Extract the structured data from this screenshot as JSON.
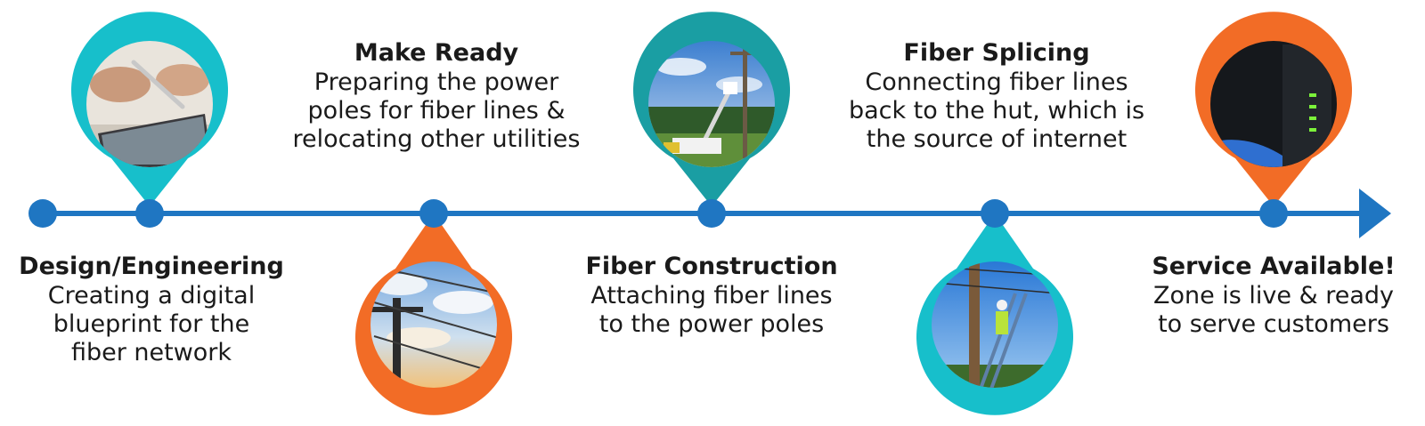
{
  "colors": {
    "line": "#1f76c2",
    "teal": "#17bfcb",
    "dark_teal": "#1a9ea3",
    "orange": "#f26c26",
    "text": "#1a1a1a"
  },
  "steps": [
    {
      "title": "Design/Engineering",
      "description": "Creating a digital\nblueprint for the\nfiber network",
      "pin_color": "teal",
      "photo_icon": "tablet-stylus-photo"
    },
    {
      "title": "Make Ready",
      "description": "Preparing the power\npoles for fiber lines &\nrelocating other utilities",
      "pin_color": "orange",
      "photo_icon": "power-pole-sky-photo"
    },
    {
      "title": "Fiber Construction",
      "description": "Attaching fiber lines\nto the power poles",
      "pin_color": "dark_teal",
      "photo_icon": "bucket-truck-photo"
    },
    {
      "title": "Fiber Splicing",
      "description": "Connecting fiber lines\nback to the hut, which is\nthe source of internet",
      "pin_color": "teal",
      "photo_icon": "lineman-ladder-photo"
    },
    {
      "title": "Service Available!",
      "description": "Zone is live & ready\nto serve customers",
      "pin_color": "orange",
      "photo_icon": "router-lights-photo"
    }
  ]
}
